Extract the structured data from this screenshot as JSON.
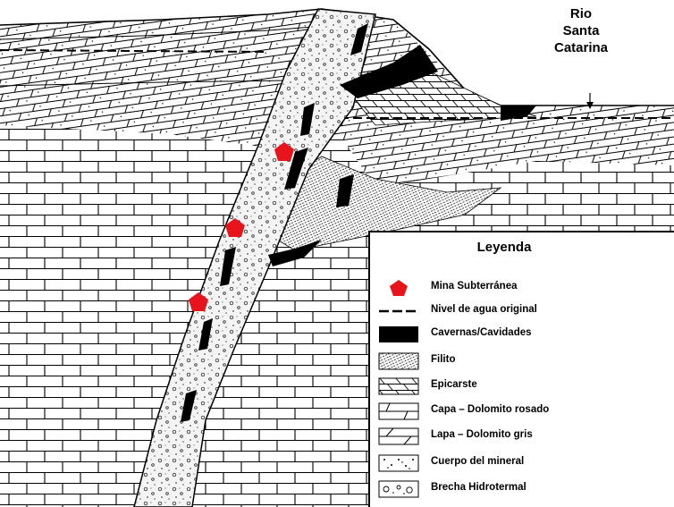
{
  "river": {
    "label": "Rio\nSanta\nCatarina"
  },
  "legend": {
    "title": "Leyenda",
    "items": [
      {
        "key": "mine",
        "label": "Mina Subterránea",
        "icon": "pentagon-icon"
      },
      {
        "key": "water",
        "label": "Nivel de agua original",
        "icon": "dash-line-icon"
      },
      {
        "key": "cave",
        "label": "Cavernas/Cavidades",
        "icon": "solid-fill-icon"
      },
      {
        "key": "filito",
        "label": "Filito",
        "icon": "dotted-pattern-icon"
      },
      {
        "key": "epicarste",
        "label": "Epicarste",
        "icon": "epicarst-pattern-icon"
      },
      {
        "key": "capa",
        "label": "Capa – Dolomito  rosado",
        "icon": "dolomite-pink-pattern-icon"
      },
      {
        "key": "lapa",
        "label": "Lapa – Dolomito gris",
        "icon": "dolomite-grey-pattern-icon"
      },
      {
        "key": "ore",
        "label": "Cuerpo del mineral",
        "icon": "ore-body-pattern-icon"
      },
      {
        "key": "breccia",
        "label": "Brecha Hidrotermal",
        "icon": "breccia-pattern-icon"
      }
    ]
  },
  "colors": {
    "mine_marker": "#e8141c",
    "ink": "#000000",
    "background": "#ffffff",
    "ore_fill": "#f4f4f4"
  }
}
